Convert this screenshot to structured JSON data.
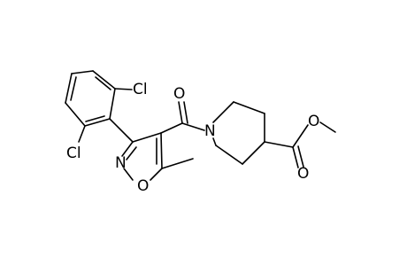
{
  "molecule": {
    "atoms": {
      "cl_top": "Cl",
      "cl_left": "Cl",
      "carbonyl_o": "O",
      "ring_n": "N",
      "ring_o": "O",
      "piperidine_n": "N",
      "ester_o_single": "O",
      "ester_o_double": "O"
    }
  }
}
